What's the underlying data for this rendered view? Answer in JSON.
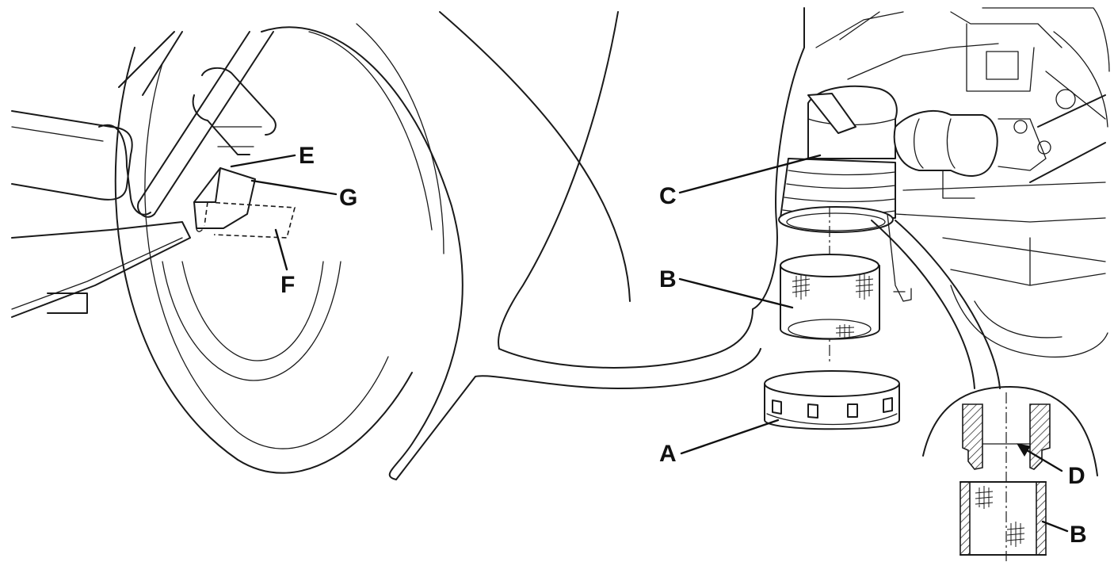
{
  "callouts": {
    "a": "A",
    "b_main": "B",
    "b_detail": "B",
    "c": "C",
    "d": "D",
    "e": "E",
    "f": "F",
    "g": "G"
  },
  "colors": {
    "line": "#1a1a1a",
    "background": "#ffffff"
  }
}
